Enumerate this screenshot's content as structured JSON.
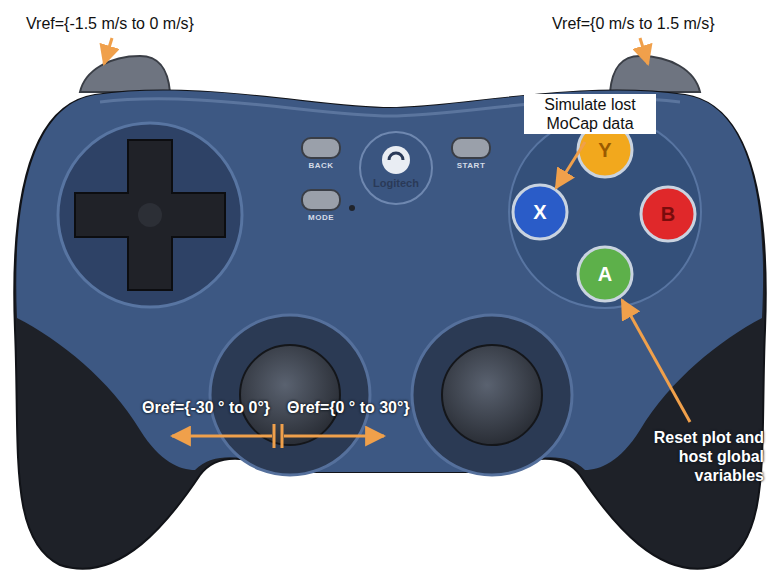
{
  "diagram": {
    "labels": [
      "Vref={-1.5 m/s to 0 m/s}",
      "Vref={0 m/s to 1.5 m/s}",
      "Simulate lost MoCap data",
      "BACK",
      "START",
      "MODE",
      "Logitech",
      "X",
      "Y",
      "B",
      "A",
      "Θref={-30 ° to 0°}",
      "Θref={0 ° to 30°}",
      "Reset plot and host global variables"
    ]
  }
}
